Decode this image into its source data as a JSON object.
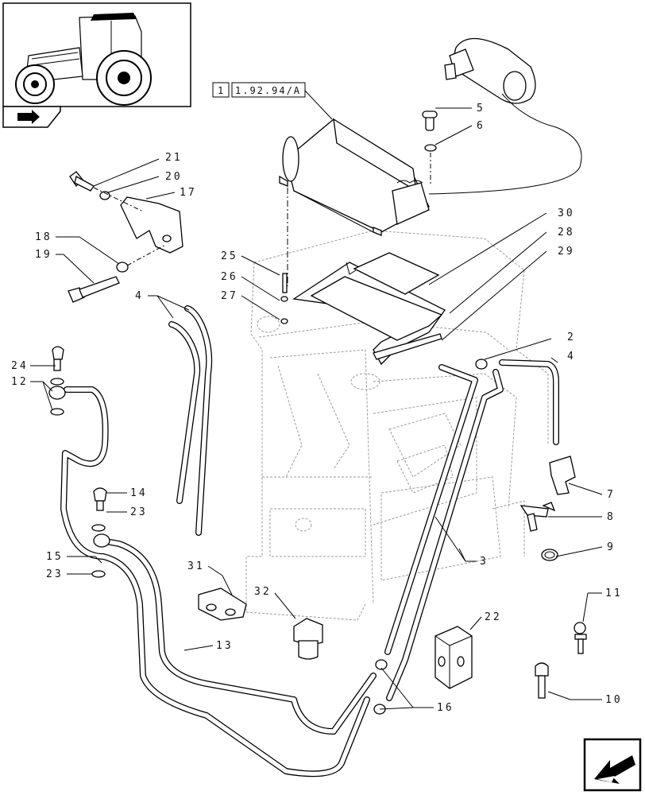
{
  "reference_box": {
    "index": "1",
    "code": "1.92.94/A"
  },
  "callouts": {
    "c1": "1",
    "c2": "2",
    "c3": "3",
    "c4a": "4",
    "c4b": "4",
    "c5": "5",
    "c6": "6",
    "c7": "7",
    "c8": "8",
    "c9": "9",
    "c10": "10",
    "c11": "11",
    "c12": "12",
    "c13": "13",
    "c14": "14",
    "c15": "15",
    "c16": "16",
    "c17": "17",
    "c18": "18",
    "c19": "19",
    "c20": "20",
    "c21": "21",
    "c22": "22",
    "c23a": "23",
    "c23b": "23",
    "c24": "24",
    "c25": "25",
    "c26": "26",
    "c27": "27",
    "c28": "28",
    "c29": "29",
    "c30": "30",
    "c31": "31",
    "c32": "32"
  },
  "icons": {
    "thumbnail": "tractor-thumbnail-icon",
    "section": "section-tab-icon",
    "nav": "next-page-arrow-icon"
  }
}
